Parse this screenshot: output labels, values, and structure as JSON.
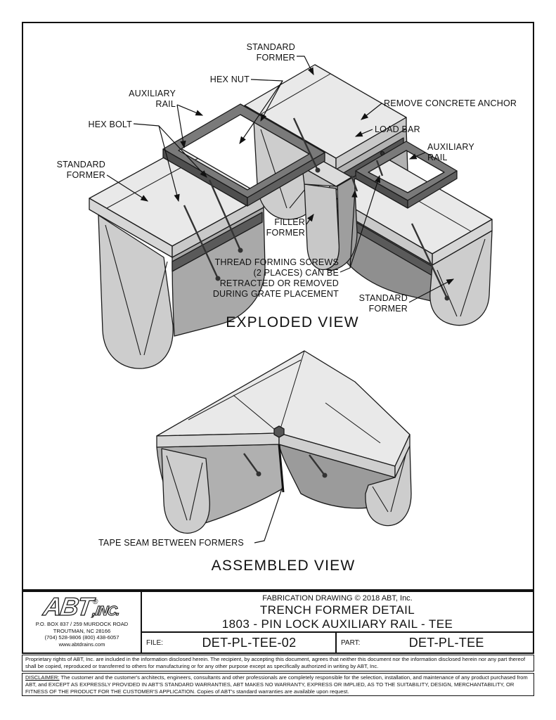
{
  "drawing": {
    "exploded": {
      "title": "EXPLODED VIEW",
      "labels": {
        "standard_former_top": {
          "lines": [
            "STANDARD",
            "FORMER"
          ]
        },
        "hex_nut": {
          "lines": [
            "HEX NUT"
          ]
        },
        "auxiliary_rail_left": {
          "lines": [
            "AUXILIARY",
            "RAIL"
          ]
        },
        "hex_bolt": {
          "lines": [
            "HEX BOLT"
          ]
        },
        "standard_former_left": {
          "lines": [
            "STANDARD",
            "FORMER"
          ]
        },
        "remove_concrete_anchor": {
          "lines": [
            "REMOVE CONCRETE ANCHOR"
          ]
        },
        "load_bar": {
          "lines": [
            "LOAD BAR"
          ]
        },
        "auxiliary_rail_right": {
          "lines": [
            "AUXILIARY",
            "RAIL"
          ]
        },
        "filler_former": {
          "lines": [
            "FILLER",
            "FORMER"
          ]
        },
        "thread_forming_screws": {
          "lines": [
            "THREAD FORMING SCREWS",
            "(2 PLACES) CAN BE",
            "RETRACTED OR REMOVED",
            "DURING GRATE PLACEMENT"
          ]
        },
        "standard_former_right": {
          "lines": [
            "STANDARD",
            "FORMER"
          ]
        }
      }
    },
    "assembled": {
      "title": "ASSEMBLED VIEW",
      "labels": {
        "tape_seam": {
          "lines": [
            "TAPE SEAM BETWEEN FORMERS"
          ]
        }
      }
    }
  },
  "title_block": {
    "drawing_type": "FABRICATION DRAWING  © 2018  ABT, Inc.",
    "title": "TRENCH FORMER DETAIL",
    "subtitle": "1803 - PIN LOCK AUXILIARY RAIL - TEE",
    "file_label": "FILE:",
    "file_value": "DET-PL-TEE-02",
    "part_label": "PART:",
    "part_value": "DET-PL-TEE",
    "logo": {
      "abt": "ABT",
      "reg": "®",
      "inc": ",INC.",
      "address_line1": "P.O. BOX 837 / 259 MURDOCK ROAD",
      "address_line2": "TROUTMAN, NC  28166",
      "phone": "(704) 528-9806      (800) 438-6057",
      "website": "www.abtdrains.com"
    }
  },
  "legal": {
    "proprietary": "Proprietary rights of ABT, Inc. are included in the information disclosed herein.  The recipient, by accepting this document, agrees that neither this document nor the information disclosed herein nor any part thereof shall be copied, reproduced or transferred to others for manufacturing or for any other purpose except as specifically authorized in writing by ABT, Inc.",
    "disclaimer_label": "DISCLAIMER:",
    "disclaimer": "  The customer and the customer's architects, engineers, consultants and other professionals are completely responsible for the selection, installation, and maintenance of any product purchased from ABT, and EXCEPT AS EXPRESSLY PROVIDED IN ABT'S STANDARD WARRANTIES, ABT MAKES NO WARRANTY, EXPRESS OR IMPLIED, AS TO THE SUITABILITY, DESIGN, MERCHANTABILITY, OR FITNESS OF THE PRODUCT FOR THE CUSTOMER'S APPLICATION.  Copies of ABT's standard warranties are available upon request."
  },
  "palette": {
    "outline": "#1a1a1a",
    "former_top": "#e9e9e9",
    "former_end_face": "#cdcdcd",
    "former_flank": "#a9a9a9",
    "rail_dark": "#777777",
    "rail_shadow": "#4f4f4f",
    "page_background": "#ffffff"
  }
}
